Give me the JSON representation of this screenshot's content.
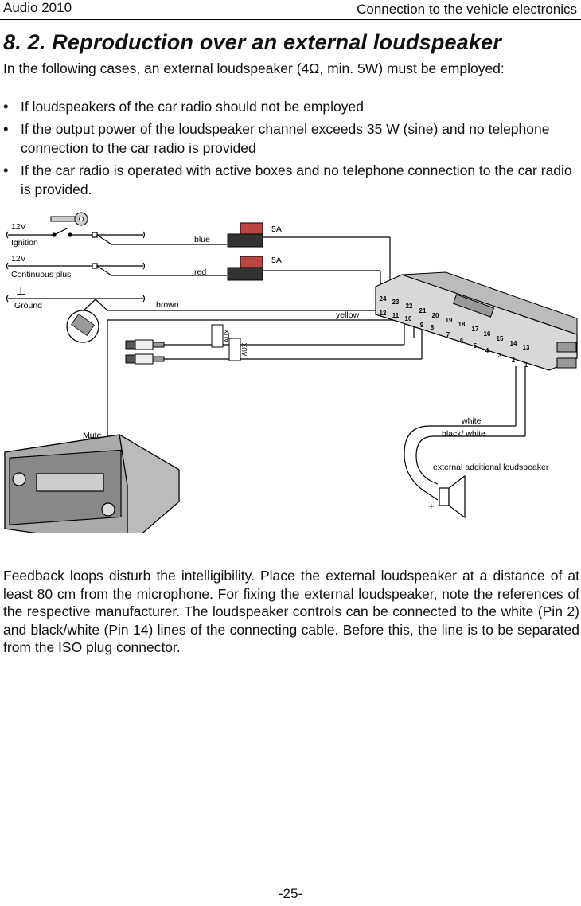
{
  "header": {
    "left": "Audio 2010",
    "right": "Connection to the vehicle electronics"
  },
  "title": "8. 2.  Reproduction over an external loudspeaker",
  "intro": "In the following cases, an external loudspeaker (4Ω, min. 5W) must be employed:",
  "bullets": [
    "If loudspeakers of the car radio should not be employed",
    "If the output power of the loudspeaker channel exceeds 35 W (sine) and no telephone connection to the car radio is provided",
    "If the car radio is operated with active boxes and no telephone connection to the car radio is provided."
  ],
  "diagram": {
    "ignition_voltage": "12V",
    "ignition_label": "Ignition",
    "cont_voltage": "12V",
    "cont_label": "Continuous plus",
    "ground_symbol": "⊥",
    "ground_label": "Ground",
    "wire_blue": "blue",
    "wire_red": "red",
    "wire_brown": "brown",
    "wire_yellow": "yellow",
    "fuse_1": "5A",
    "fuse_2": "5A",
    "aux_1": "AUX",
    "aux_2": "AUX",
    "mute": "Mute",
    "wire_white": "white",
    "wire_black_white": "black/ white",
    "speaker_label": "external additional loudspeaker",
    "minus": "–",
    "plus": "+",
    "pins_top": [
      "24",
      "23",
      "22",
      "21",
      "20",
      "19",
      "18",
      "17",
      "16",
      "15",
      "14",
      "13"
    ],
    "pins_bottom": [
      "12",
      "11",
      "10",
      "9",
      "8",
      "7",
      "6",
      "5",
      "4",
      "3",
      "2",
      "1"
    ]
  },
  "feedback": "Feedback loops disturb the intelligibility. Place the external loudspeaker at a distance of at least 80 cm from the microphone. For fixing the external loudspeaker, note the references of the respective manufacturer. The loudspeaker controls can be connected to the white (Pin 2) and black/white (Pin 14) lines of the connecting cable. Before this, the line is to be separated from the ISO plug connector.",
  "page_number": "-25-"
}
